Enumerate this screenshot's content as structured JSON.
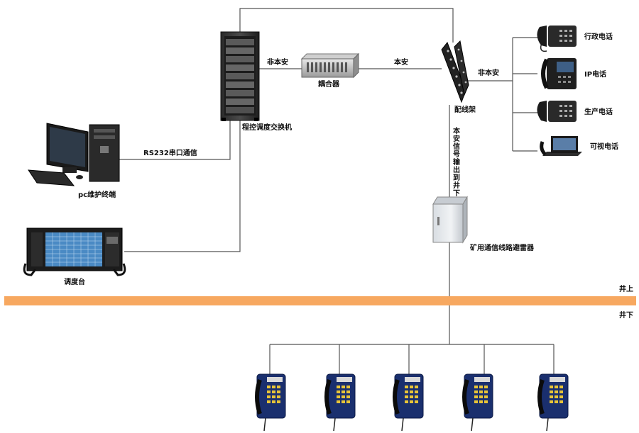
{
  "labels": {
    "switch": "程控调度交换机",
    "coupler": "耦合器",
    "patch_panel": "配线架",
    "pc": "pc维护终端",
    "console": "调度台",
    "arrester": "矿用通信线路避雷器",
    "non_safe_left": "非本安",
    "safe": "本安",
    "non_safe_right": "非本安",
    "rs232": "RS232串口通信",
    "downhole_signal": "本安信号输出到井下",
    "above_ground": "井上",
    "below_ground": "井下"
  },
  "phones": {
    "admin": "行政电话",
    "ip": "IP电话",
    "production": "生产电话",
    "video": "可视电话"
  },
  "colors": {
    "ground_line": "#f7a860",
    "mine_phone": "#1a2f6e",
    "connector": "#555555"
  }
}
